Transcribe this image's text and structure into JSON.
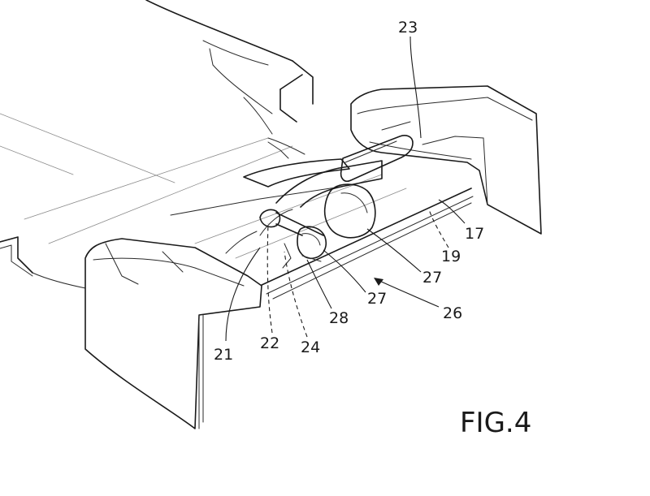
{
  "figure": {
    "caption": "FIG.4",
    "reference_numerals": {
      "r23": "23",
      "r17": "17",
      "r19": "19",
      "r27a": "27",
      "r27b": "27",
      "r26": "26",
      "r28": "28",
      "r21": "21",
      "r22": "22",
      "r24": "24"
    }
  }
}
